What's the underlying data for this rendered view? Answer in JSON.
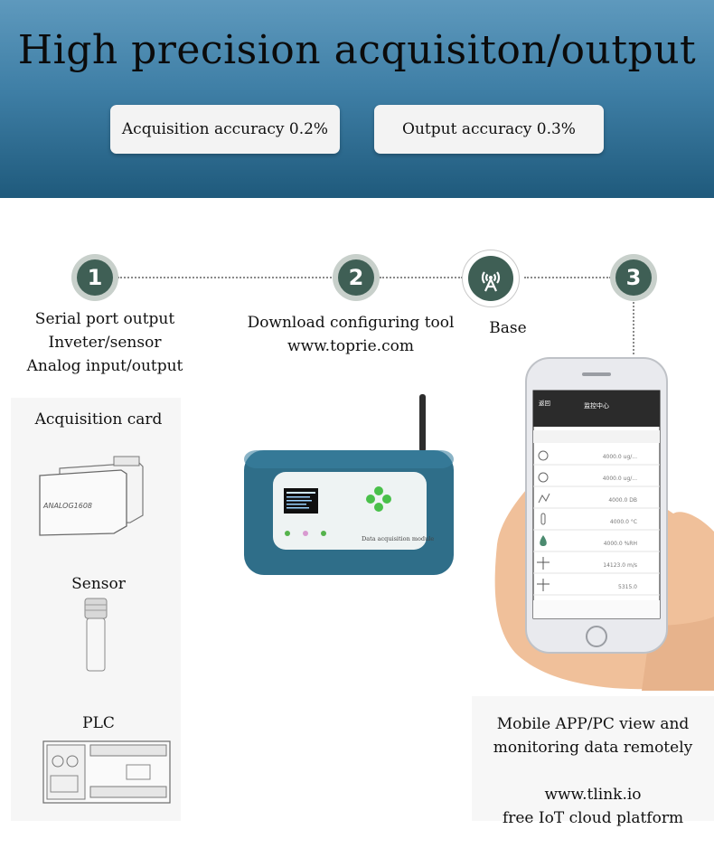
{
  "banner": {
    "title": "High precision acquisiton/output",
    "acquisition_pill": "Acquisition accuracy 0.2%",
    "output_pill": "Output accuracy 0.3%"
  },
  "steps": {
    "step1_number": "1",
    "step2_number": "2",
    "step3_number": "3",
    "step1_lines": [
      "Serial port output",
      "Inveter/sensor",
      "Analog input/output"
    ],
    "step2_lines": [
      "Download configuring tool",
      "www.toprie.com"
    ],
    "base_label": "Base"
  },
  "devices": {
    "acquisition_card": "Acquisition card",
    "acquisition_card_print": "ANALOG1608",
    "sensor": "Sensor",
    "plc": "PLC"
  },
  "module": {
    "label": "Data acquisition module"
  },
  "phone": {
    "header_title": "监控中心",
    "back_label": "返回",
    "readings": [
      "4000.0 ug/...",
      "4000.0 ug/...",
      "4000.0 DB",
      "4000.0 °C",
      "4000.0 %RH",
      "14123.0 m/s",
      "5315.0"
    ]
  },
  "bottom_right": {
    "line1": "Mobile APP/PC view and",
    "line2": "monitoring data remotely",
    "line3": "www.tlink.io",
    "line4": "free IoT cloud platform"
  },
  "colors": {
    "banner_top": "#5e99bd",
    "banner_bottom": "#1f5a7c",
    "step_circle": "#3f5f55",
    "device_body": "#2f6e89"
  }
}
